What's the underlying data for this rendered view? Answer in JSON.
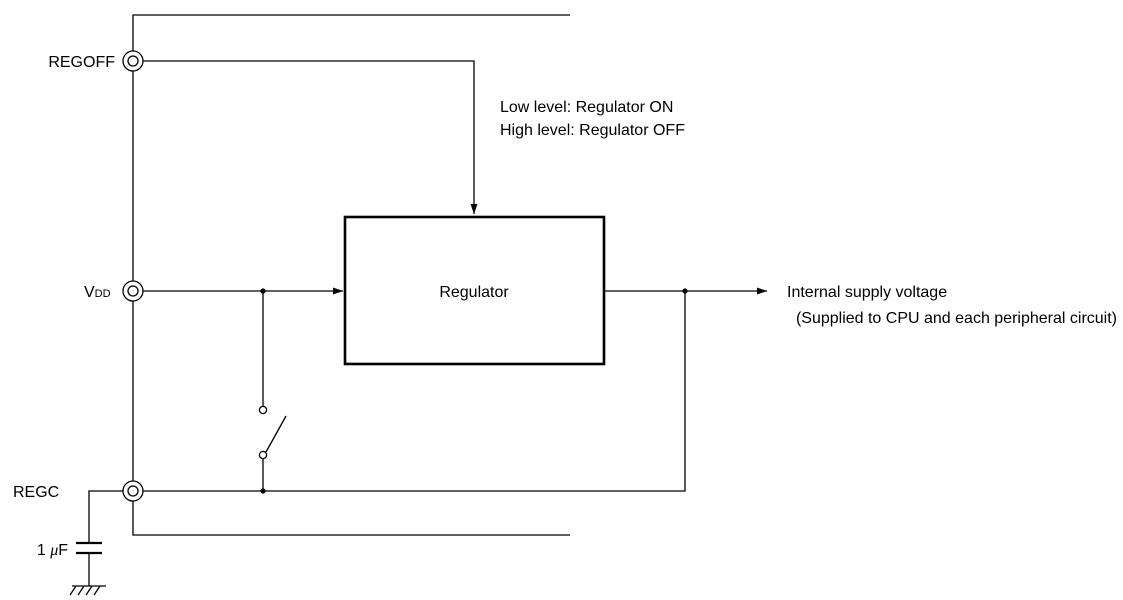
{
  "pins": {
    "regoff": "REGOFF",
    "vdd_main": "V",
    "vdd_sub": "DD",
    "regc": "REGC"
  },
  "capacitor": {
    "value": "1",
    "unit_symbol": "μ",
    "unit_suffix": "F"
  },
  "control_note": {
    "line1": "Low level:  Regulator ON",
    "line2": "High level:  Regulator OFF"
  },
  "block": {
    "label": "Regulator"
  },
  "output": {
    "line1": "Internal supply voltage",
    "line2": "(Supplied to CPU and each peripheral circuit)"
  }
}
